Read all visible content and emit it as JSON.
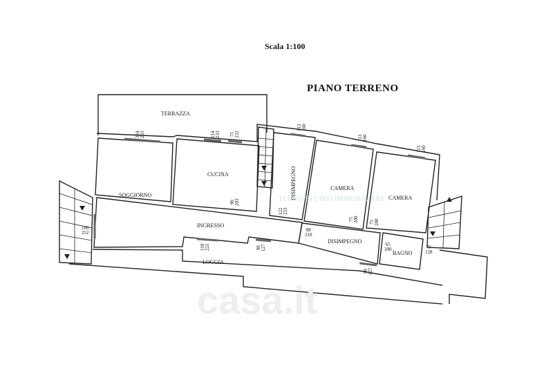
{
  "header": {
    "scale": "Scala 1:100",
    "title": "PIANO TERRENO"
  },
  "rooms": {
    "terrazza": "TERRAZZA",
    "soggiorno": "SOGGIORNO",
    "cucina": "CUCINA",
    "disimpegno_v": "DISIMPEGNO",
    "camera_1": "CAMERA",
    "camera_2": "CAMERA",
    "ingresso": "INGRESSO",
    "disimpegno_h": "DISIMPEGNO",
    "bagno": "BAGNO",
    "loggia": "LOGGIA"
  },
  "dimensions": [
    {
      "w": "324",
      "h": "233"
    },
    {
      "w": "114",
      "h": "233"
    },
    {
      "w": "73",
      "h": "233"
    },
    {
      "w": "113",
      "h": "160"
    },
    {
      "w": "113",
      "h": "160"
    },
    {
      "w": "113",
      "h": "160"
    },
    {
      "w": "90",
      "h": "203"
    },
    {
      "w": "122",
      "h": "233"
    },
    {
      "w": "75",
      "h": "200"
    },
    {
      "w": "75",
      "h": "200"
    },
    {
      "w": "160",
      "h": "252"
    },
    {
      "w": "88",
      "h": "210"
    },
    {
      "w": "65",
      "h": "200"
    },
    {
      "w": "75",
      "h": "128"
    },
    {
      "w": "110",
      "h": "221"
    },
    {
      "w": "90",
      "h": "127"
    },
    {
      "w": "90",
      "h": "127"
    }
  ],
  "watermark": {
    "studio": "TECNO STUDIO IMMOBILIARE",
    "site": "casa.it"
  }
}
